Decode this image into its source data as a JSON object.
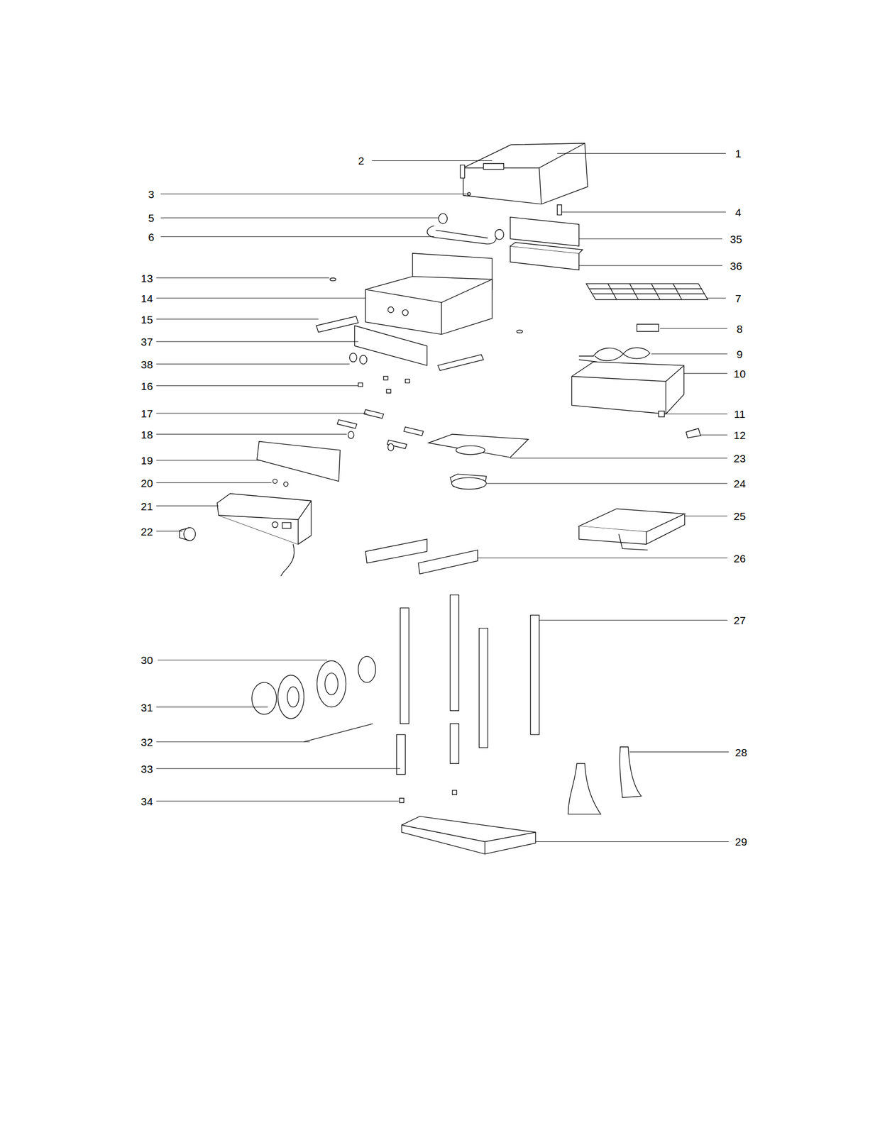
{
  "diagram": {
    "labels": [
      "1",
      "2",
      "3",
      "4",
      "5",
      "6",
      "35",
      "36",
      "13",
      "7",
      "14",
      "15",
      "8",
      "37",
      "9",
      "38",
      "10",
      "16",
      "17",
      "11",
      "18",
      "12",
      "23",
      "19",
      "20",
      "24",
      "21",
      "25",
      "22",
      "26",
      "27",
      "30",
      "31",
      "32",
      "28",
      "33",
      "34",
      "29"
    ]
  }
}
